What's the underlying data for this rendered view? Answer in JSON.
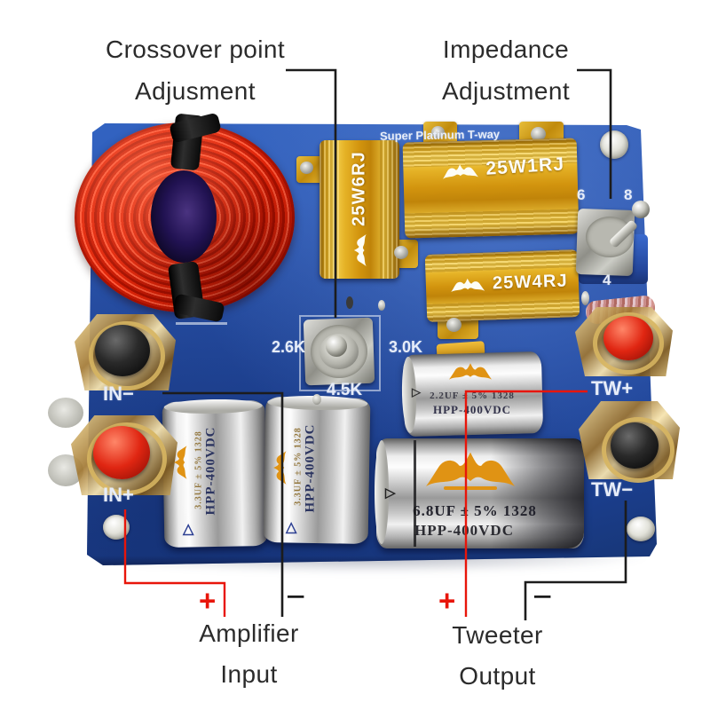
{
  "annotations": {
    "crossover": {
      "line1": "Crossover point",
      "line2": "Adjusment"
    },
    "impedance": {
      "line1": "Impedance",
      "line2": "Adjustment"
    },
    "amplifier_input": {
      "plus": "+",
      "minus": "−",
      "line1": "Amplifier",
      "line2": "Input"
    },
    "tweeter_output": {
      "plus": "+",
      "minus": "−",
      "line1": "Tweeter",
      "line2": "Output"
    }
  },
  "board": {
    "title": "Super Platinum T-way",
    "silkscreen": {
      "crossover_left": "2.6K",
      "crossover_right": "3.0K",
      "crossover_bottom": "4.5K",
      "impedance_left": "6",
      "impedance_right": "8",
      "impedance_bottom": "4",
      "input_neg": "IN−",
      "input_pos": "IN+",
      "tweeter_pos": "TW+",
      "tweeter_neg": "TW−"
    },
    "resistors": [
      {
        "label": "25W6RJ"
      },
      {
        "label": "25W1RJ"
      },
      {
        "label": "25W4RJ"
      }
    ],
    "capacitors": {
      "left_vertical": {
        "value": "3.3UF ± 5% 1328",
        "series": "HPP-400VDC",
        "mark": "△"
      },
      "right_vertical": {
        "value": "3.3UF ± 5% 1328",
        "series": "HPP-400VDC",
        "mark": "△"
      },
      "small_horizontal": {
        "value": "2.2UF ± 5% 1328",
        "series": "HPP-400VDC",
        "mark": "▷"
      },
      "large_horizontal": {
        "value": "6.8UF ± 5% 1328",
        "series": "HPP-400VDC",
        "mark": "▷"
      }
    }
  },
  "colors": {
    "pcb_blue": "#2352ae",
    "gold": "#d9a21a",
    "leader_black": "#1c1c1c",
    "leader_red": "#e8150a",
    "coil_red": "#d31b06"
  }
}
